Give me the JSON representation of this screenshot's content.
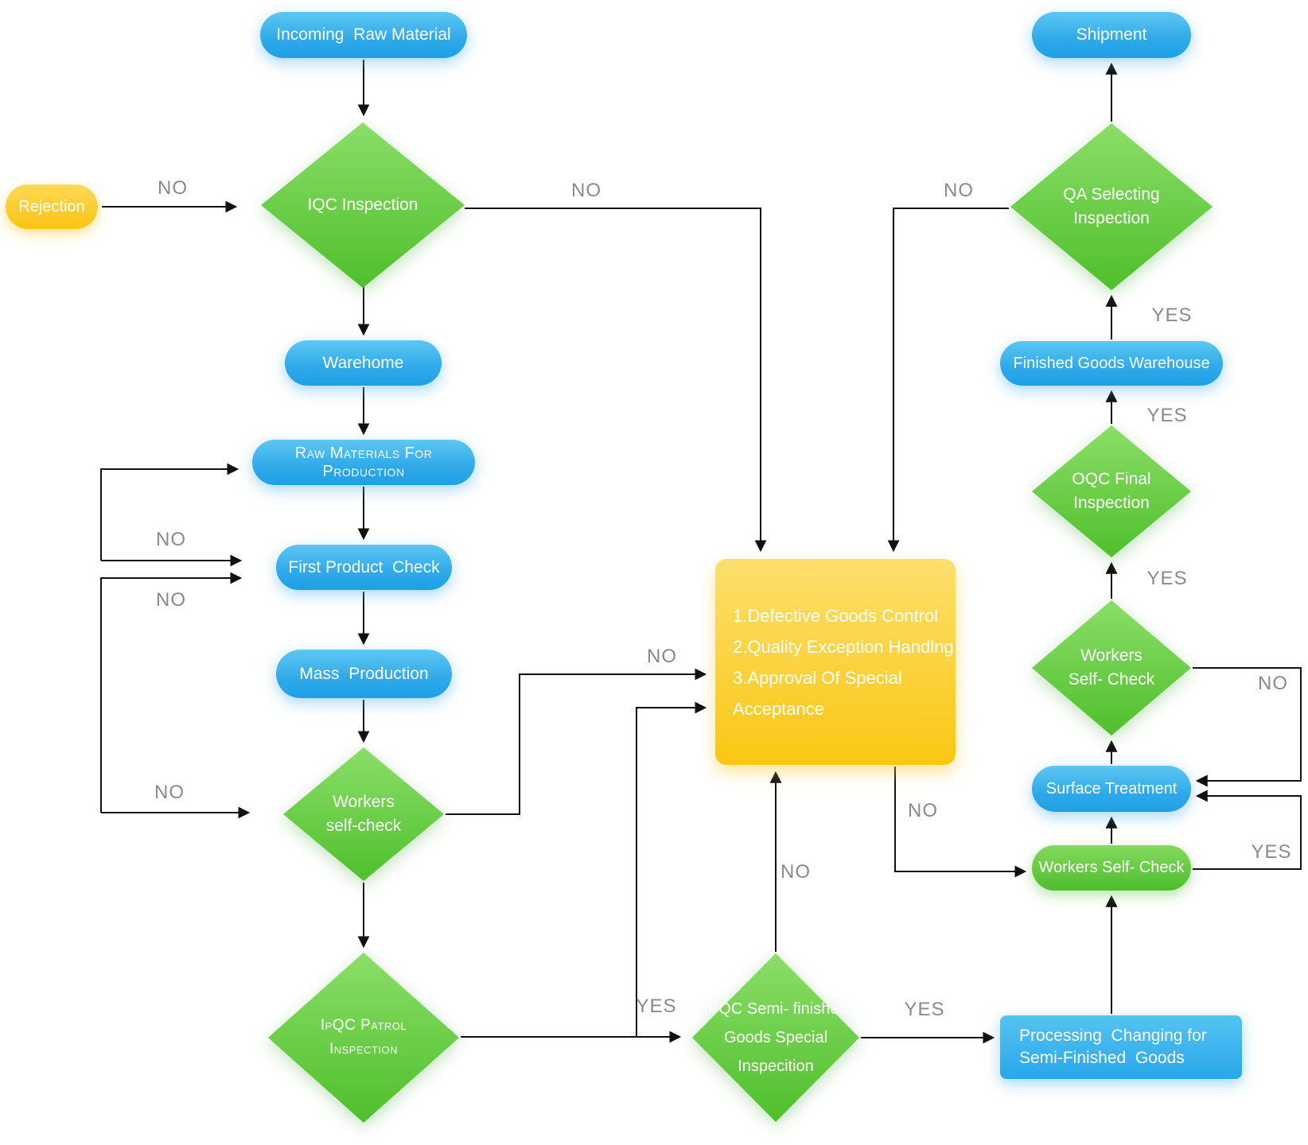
{
  "palette": {
    "blue_top": "#5ec7f2",
    "blue_bottom": "#1ea0e6",
    "green_top": "#8bde68",
    "green_bottom": "#4fbf2c",
    "yellow_top": "#fcdf6d",
    "yellow_bottom": "#f9c411",
    "line_color": "#111111",
    "edge_label_color": "#8a8a8a",
    "node_text_color": "#ffffff"
  },
  "nodes": {
    "incoming": {
      "label": "Incoming  Raw Material"
    },
    "iqc": {
      "label": "IQC Inspection"
    },
    "rejection": {
      "label": "Rejection"
    },
    "warehome": {
      "label": "Warehome"
    },
    "raw_materials": {
      "label": "Raw Materials For Production"
    },
    "first_product": {
      "label": "First Product  Check"
    },
    "mass_production": {
      "label": "Mass  Production"
    },
    "workers_self_check_1": {
      "lines": [
        "Workers",
        "self-check"
      ]
    },
    "ipqc_patrol": {
      "lines": [
        "IpQC Patrol",
        "Inspection"
      ]
    },
    "ipqc_semi": {
      "lines": [
        "IPQC Semi- finished",
        "Goods Special",
        "Inspecition"
      ]
    },
    "approval_box": {
      "lines": [
        "1.Defective Goods Control",
        "2.Quality Exception Handlng",
        "3.Approval Of Special",
        "Acceptance"
      ]
    },
    "processing": {
      "lines": [
        "Processing  Changing for",
        "Semi-Finished  Goods"
      ]
    },
    "workers_self_check_pill": {
      "label": "Workers Self- Check"
    },
    "surface_treatment": {
      "label": "Surface Treatment"
    },
    "workers_self_check_2": {
      "lines": [
        "Workers",
        "Self- Check"
      ]
    },
    "oqc": {
      "lines": [
        "OQC Final",
        "Inspection"
      ]
    },
    "finished_goods_warehouse": {
      "label": "Finished Goods Warehouse"
    },
    "qa": {
      "lines": [
        "QA Selecting",
        "Inspection"
      ]
    },
    "shipment": {
      "label": "Shipment"
    }
  },
  "edge_labels": {
    "rejection_no": "NO",
    "iqc_no": "NO",
    "qa_no": "NO",
    "feedback1_no": "NO",
    "feedback2_no": "NO",
    "feedback3_no": "NO",
    "workers1_no": "NO",
    "patrol_yes": "YES",
    "semi_no": "NO",
    "semi_yes": "YES",
    "box_no": "NO",
    "right_yes_1": "YES",
    "right_yes_2": "YES",
    "right_yes_3": "YES",
    "loop_no": "NO",
    "loop_yes": "YES"
  }
}
